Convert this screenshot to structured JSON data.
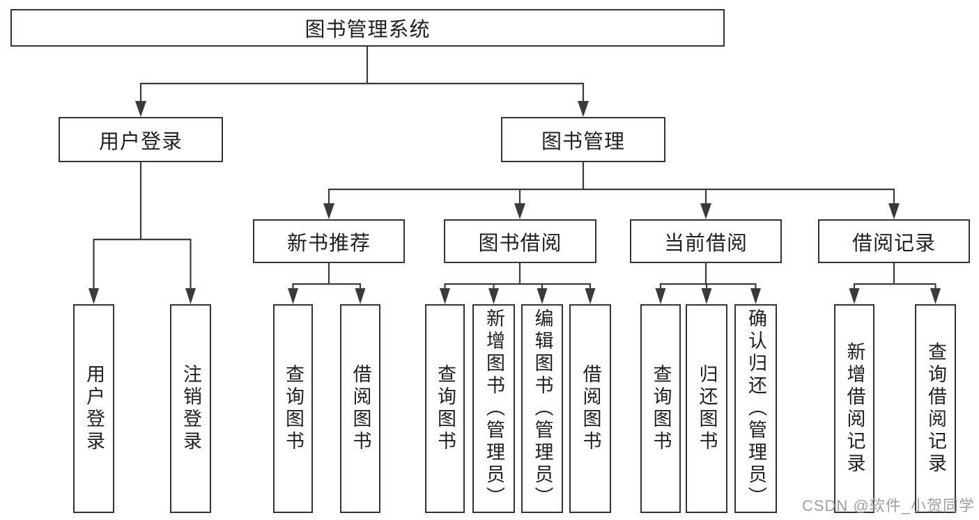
{
  "tree": {
    "root": {
      "label": "图书管理系统",
      "children": [
        {
          "label": "用户登录",
          "children": [
            {
              "label": "用户登录"
            },
            {
              "label": "注销登录"
            }
          ]
        },
        {
          "label": "图书管理",
          "children": [
            {
              "label": "新书推荐",
              "children": [
                {
                  "label": "查询图书"
                },
                {
                  "label": "借阅图书"
                }
              ]
            },
            {
              "label": "图书借阅",
              "children": [
                {
                  "label": "查询图书"
                },
                {
                  "label": "新增图书（管理员）"
                },
                {
                  "label": "编辑图书（管理员）"
                },
                {
                  "label": "借阅图书"
                }
              ]
            },
            {
              "label": "当前借阅",
              "children": [
                {
                  "label": "查询图书"
                },
                {
                  "label": "归还图书"
                },
                {
                  "label": "确认归还（管理员）"
                }
              ]
            },
            {
              "label": "借阅记录",
              "children": [
                {
                  "label": "新增借阅记录"
                },
                {
                  "label": "查询借阅记录"
                }
              ]
            }
          ]
        }
      ]
    }
  },
  "watermark": {
    "text": "CSDN @软件_小贺同学"
  },
  "colors": {
    "line": "#3a3a3a",
    "box_border": "#333333",
    "text": "#1f1f1f",
    "watermark": "#9a9a9a",
    "background": "#ffffff"
  }
}
